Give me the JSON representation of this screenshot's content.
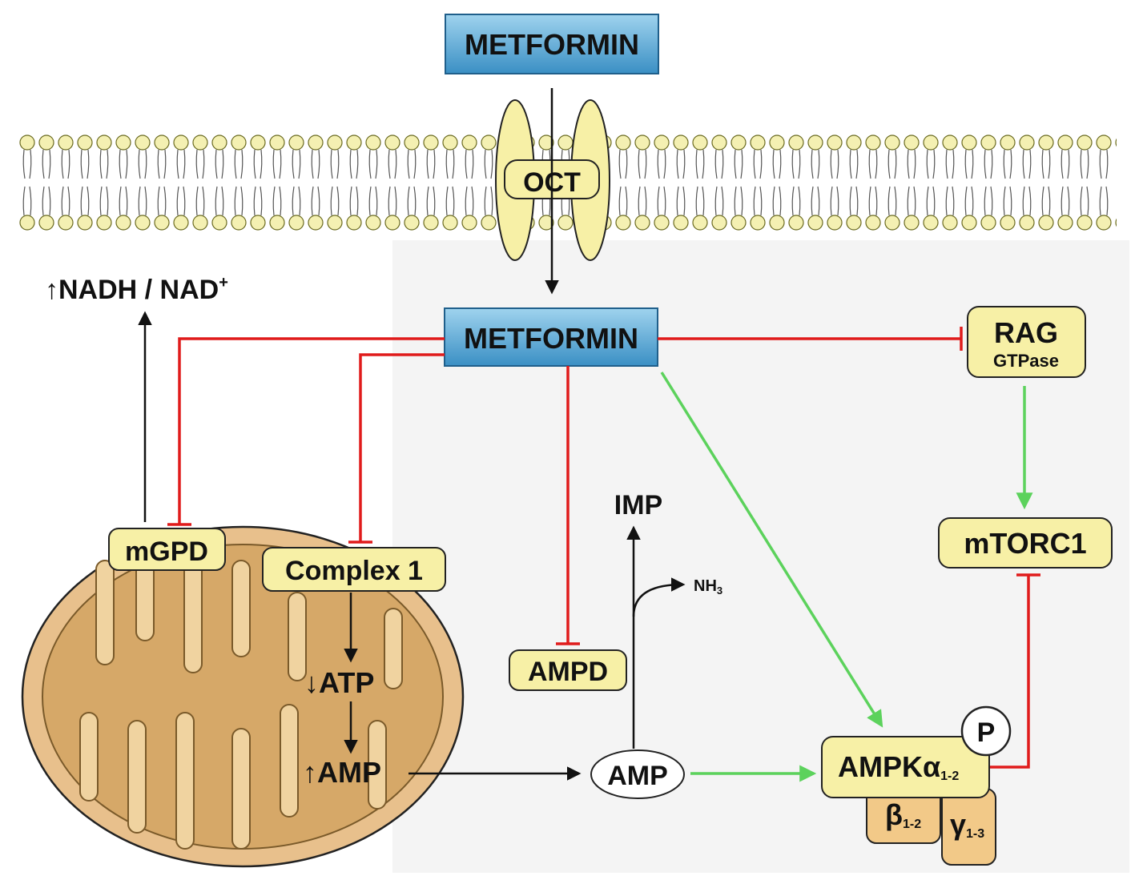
{
  "colors": {
    "metformin_fill_top": "#8ecbe9",
    "metformin_fill_bottom": "#3f96c8",
    "protein_fill": "#f7f0a6",
    "mito_outer": "#e8c08c",
    "mito_inner": "#d6a868",
    "inhibit_red": "#e01b1b",
    "activate_green": "#5cd25c",
    "lipid_head": "#f4f0b2",
    "background_panel": "#f4f4f4"
  },
  "labels": {
    "metformin_top": "METFORMIN",
    "oct": "OCT",
    "metformin_main": "METFORMIN",
    "nadh_arrow": "↑",
    "nadh": "NADH / NAD",
    "nadh_sup": "+",
    "mgpd": "mGPD",
    "complex1": "Complex 1",
    "atp_arrow": "↓",
    "atp": "ATP",
    "amp_up_arrow": "↑",
    "amp_up": "AMP",
    "ampd": "AMPD",
    "imp": "IMP",
    "nh3": "NH",
    "nh3_sub": "3",
    "amp": "AMP",
    "rag": "RAG",
    "gtpase": "GTPase",
    "mtorc1": "mTORC1",
    "ampk": "AMPKα",
    "ampk_sub": "1-2",
    "beta": "β",
    "beta_sub": "1-2",
    "gamma": "γ",
    "gamma_sub": "1-3",
    "phospho": "P"
  },
  "icons": {
    "membrane": "lipid-bilayer-icon",
    "mitochondrion": "mitochondrion-icon"
  }
}
